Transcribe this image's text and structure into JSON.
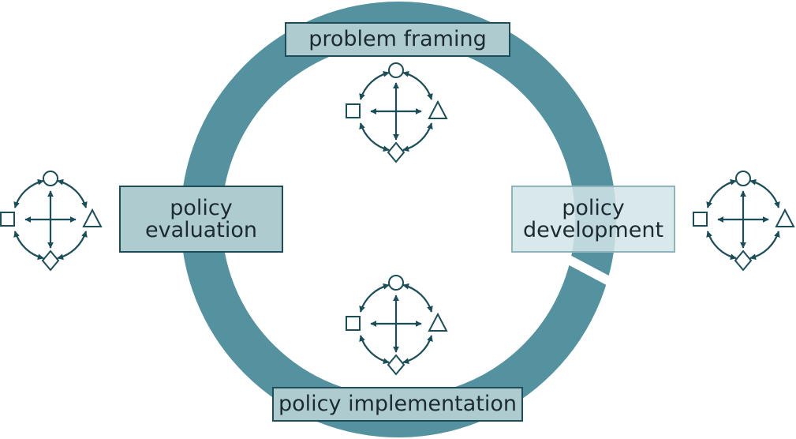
{
  "colors": {
    "ring": "#53929e",
    "box_fill": "#aecbd0",
    "box_fill_light": "#d3e5e9",
    "box_border": "#1e4d57",
    "glyph": "#1b4e58",
    "text": "#1b2b30"
  },
  "stages": {
    "problem_framing": "problem framing",
    "policy_development": "policy development",
    "policy_implementation": "policy implementation",
    "policy_evaluation": "policy evaluation"
  },
  "interaction_glyph": {
    "shapes": [
      "circle",
      "triangle",
      "diamond",
      "square"
    ],
    "connector": "bidirectional-arrows",
    "icon": "stakeholder-exchange-icon"
  }
}
